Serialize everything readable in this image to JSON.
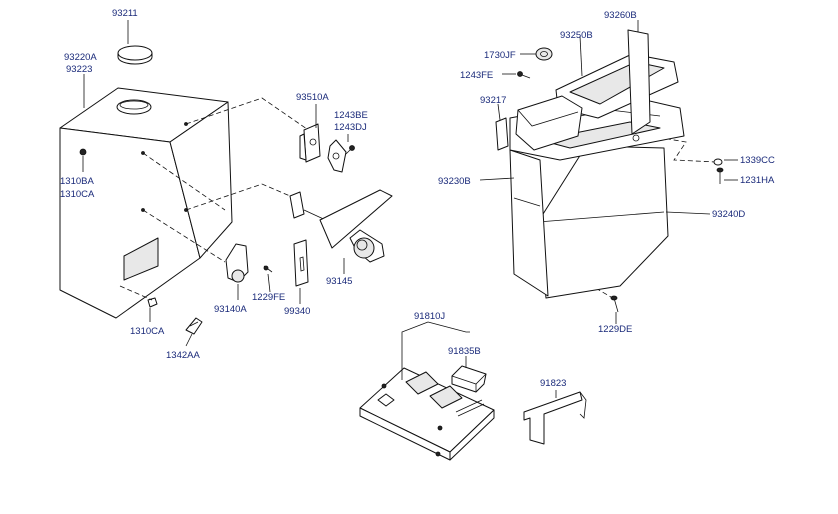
{
  "diagram": {
    "part_labels": [
      "93211",
      "93220A",
      "93223",
      "1310BA",
      "1310CA",
      "1310CA",
      "1342AA",
      "93510A",
      "1243BE",
      "1243DJ",
      "93140A",
      "1229FE",
      "99340",
      "93145",
      "1730JF",
      "1243FE",
      "93217",
      "93230B",
      "93250B",
      "93260B",
      "1339CC",
      "1231HA",
      "93240D",
      "1229DE",
      "91810J",
      "91835B",
      "91823"
    ],
    "colors": {
      "line": "#111111",
      "label": "#1a2a7a",
      "background": "#ffffff"
    }
  }
}
